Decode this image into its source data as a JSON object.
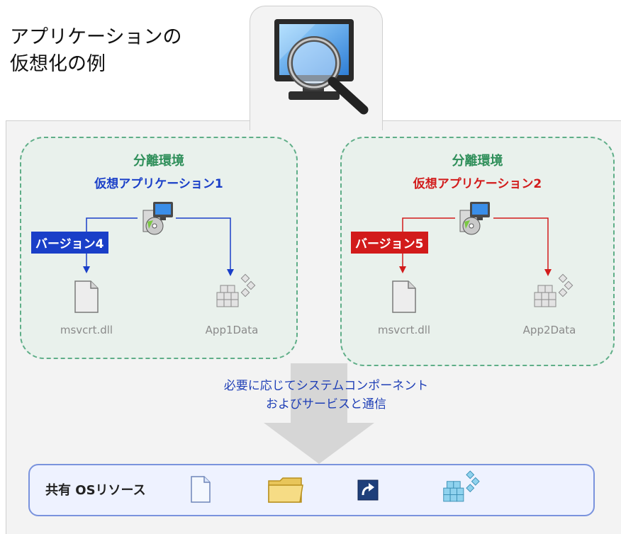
{
  "title_lines": [
    "アプリケーションの",
    "仮想化の例"
  ],
  "environments": [
    {
      "title": "分離環境",
      "app_name": "仮想アプリケーション1",
      "version": "バージョン4",
      "file": "msvcrt.dll",
      "data": "App1Data",
      "accent": "#1a3fc8"
    },
    {
      "title": "分離環境",
      "app_name": "仮想アプリケーション2",
      "version": "バージョン5",
      "file": "msvcrt.dll",
      "data": "App2Data",
      "accent": "#d21b1b"
    }
  ],
  "communication_lines": [
    "必要に応じてシステムコンポーネント",
    "およびサービスと通信"
  ],
  "shared_resources": {
    "label": "共有 OSリソース",
    "icons": [
      "document-icon",
      "folder-icon",
      "shortcut-icon",
      "registry-icon"
    ]
  },
  "colors": {
    "env_border": "#5fae88",
    "env_fill": "#e9f1ec",
    "env_title": "#2f8f5a",
    "comm_text": "#1f3fb6",
    "shared_border": "#7a93dd"
  }
}
